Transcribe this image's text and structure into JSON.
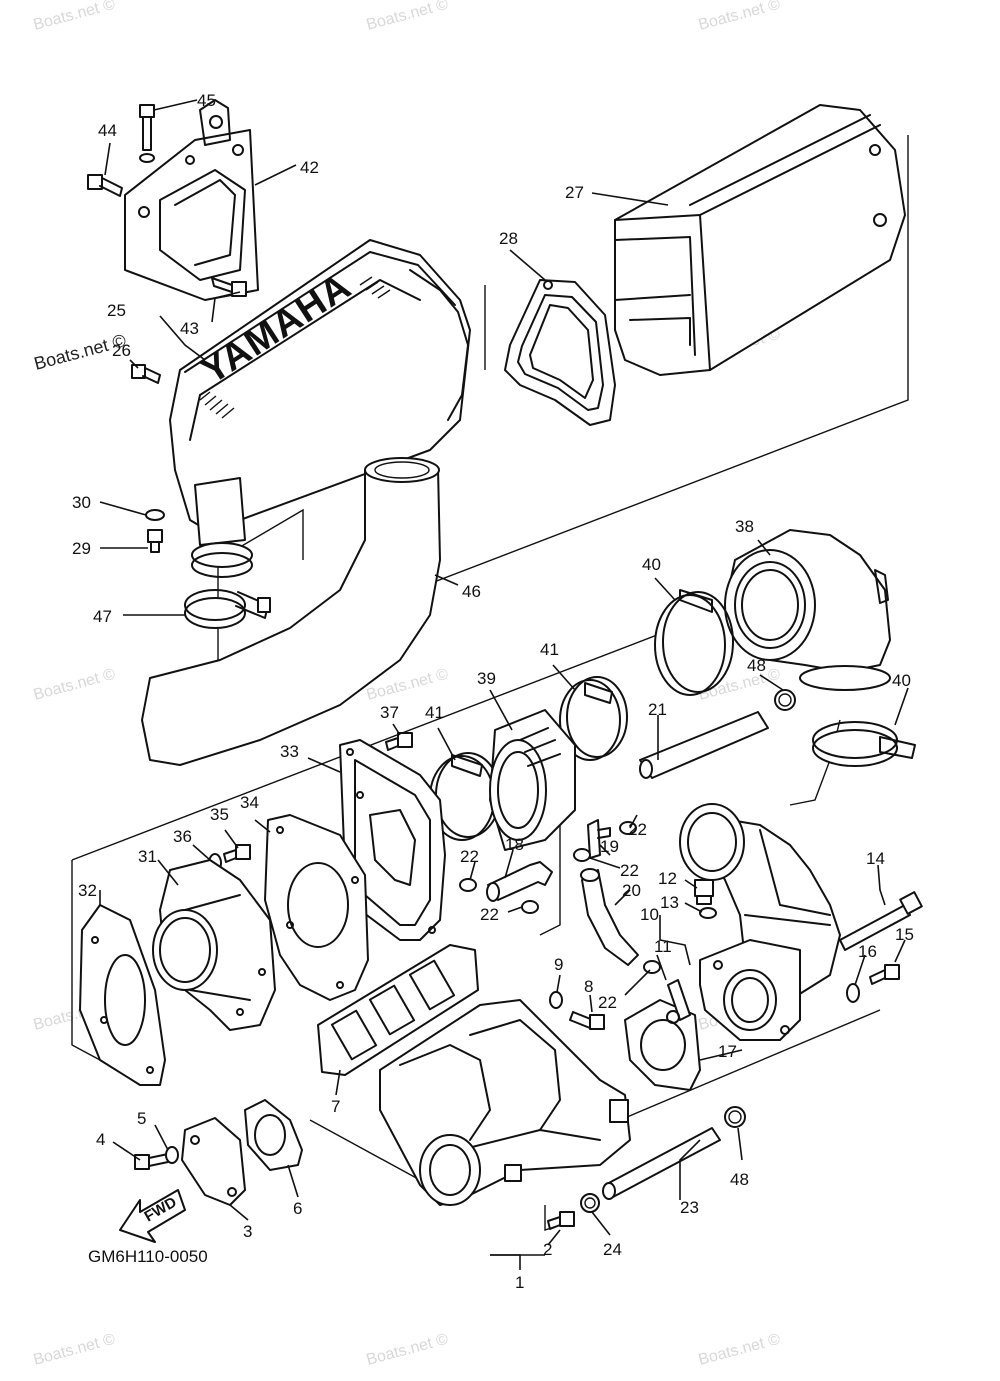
{
  "diagram": {
    "code": "GM6H110-0050",
    "brand_text": "YAMAHA",
    "fwd_text": "FWD",
    "watermark_primary": "Boats.net ©",
    "watermark_faint": "Boats.net ©",
    "part_labels": [
      {
        "id": "l1",
        "text": "1"
      },
      {
        "id": "l2",
        "text": "2"
      },
      {
        "id": "l3",
        "text": "3"
      },
      {
        "id": "l4",
        "text": "4"
      },
      {
        "id": "l5",
        "text": "5"
      },
      {
        "id": "l6",
        "text": "6"
      },
      {
        "id": "l7",
        "text": "7"
      },
      {
        "id": "l8",
        "text": "8"
      },
      {
        "id": "l9",
        "text": "9"
      },
      {
        "id": "l10",
        "text": "10"
      },
      {
        "id": "l11",
        "text": "11"
      },
      {
        "id": "l12",
        "text": "12"
      },
      {
        "id": "l13",
        "text": "13"
      },
      {
        "id": "l14",
        "text": "14"
      },
      {
        "id": "l15",
        "text": "15"
      },
      {
        "id": "l16",
        "text": "16"
      },
      {
        "id": "l17",
        "text": "17"
      },
      {
        "id": "l18",
        "text": "18"
      },
      {
        "id": "l19",
        "text": "19"
      },
      {
        "id": "l20",
        "text": "20"
      },
      {
        "id": "l21",
        "text": "21"
      },
      {
        "id": "l22a",
        "text": "22"
      },
      {
        "id": "l22b",
        "text": "22"
      },
      {
        "id": "l22c",
        "text": "22"
      },
      {
        "id": "l22d",
        "text": "22"
      },
      {
        "id": "l22e",
        "text": "22"
      },
      {
        "id": "l23",
        "text": "23"
      },
      {
        "id": "l24",
        "text": "24"
      },
      {
        "id": "l25",
        "text": "25"
      },
      {
        "id": "l26",
        "text": "26"
      },
      {
        "id": "l27",
        "text": "27"
      },
      {
        "id": "l28",
        "text": "28"
      },
      {
        "id": "l29",
        "text": "29"
      },
      {
        "id": "l30",
        "text": "30"
      },
      {
        "id": "l31",
        "text": "31"
      },
      {
        "id": "l32",
        "text": "32"
      },
      {
        "id": "l33",
        "text": "33"
      },
      {
        "id": "l34",
        "text": "34"
      },
      {
        "id": "l35",
        "text": "35"
      },
      {
        "id": "l36",
        "text": "36"
      },
      {
        "id": "l37",
        "text": "37"
      },
      {
        "id": "l38",
        "text": "38"
      },
      {
        "id": "l39",
        "text": "39"
      },
      {
        "id": "l40a",
        "text": "40"
      },
      {
        "id": "l40b",
        "text": "40"
      },
      {
        "id": "l41a",
        "text": "41"
      },
      {
        "id": "l41b",
        "text": "41"
      },
      {
        "id": "l42",
        "text": "42"
      },
      {
        "id": "l43",
        "text": "43"
      },
      {
        "id": "l44",
        "text": "44"
      },
      {
        "id": "l45",
        "text": "45"
      },
      {
        "id": "l46",
        "text": "46"
      },
      {
        "id": "l47",
        "text": "47"
      },
      {
        "id": "l48a",
        "text": "48"
      },
      {
        "id": "l48b",
        "text": "48"
      }
    ]
  }
}
